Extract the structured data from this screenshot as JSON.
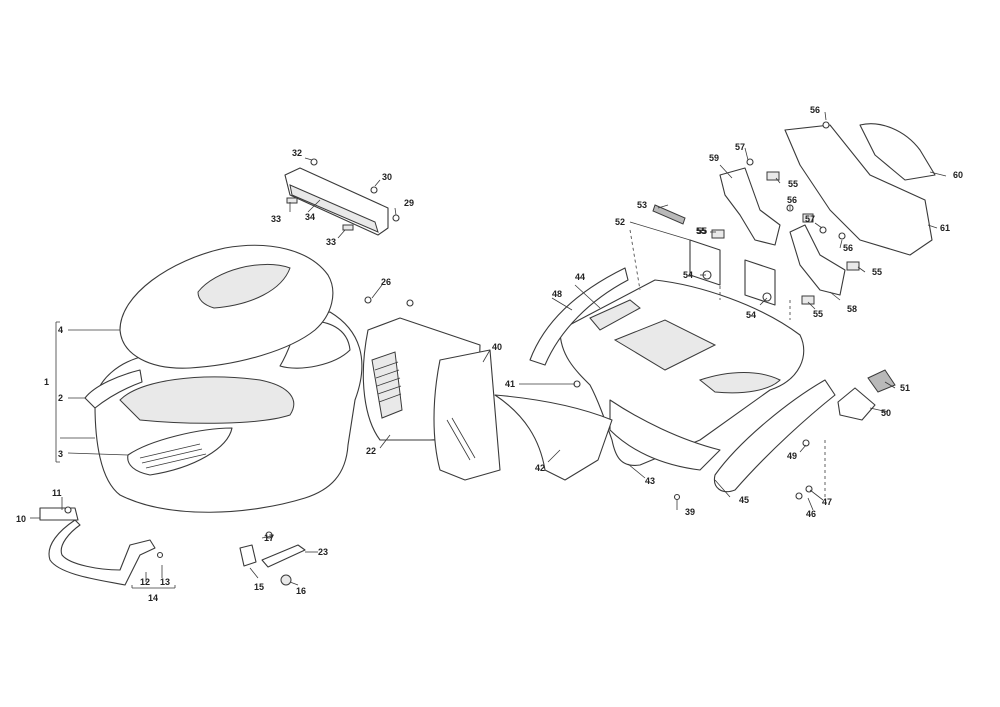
{
  "callouts": [
    "1",
    "2",
    "3",
    "4",
    "10",
    "11",
    "12",
    "13",
    "14",
    "15",
    "16",
    "17",
    "22",
    "23",
    "26",
    "29",
    "30",
    "32",
    "33",
    "33",
    "34",
    "39",
    "40",
    "41",
    "42",
    "43",
    "44",
    "45",
    "46",
    "47",
    "48",
    "49",
    "50",
    "51",
    "52",
    "53",
    "54",
    "54",
    "55",
    "55",
    "55",
    "55",
    "55",
    "56",
    "56",
    "56",
    "57",
    "57",
    "58",
    "59",
    "60",
    "61"
  ]
}
